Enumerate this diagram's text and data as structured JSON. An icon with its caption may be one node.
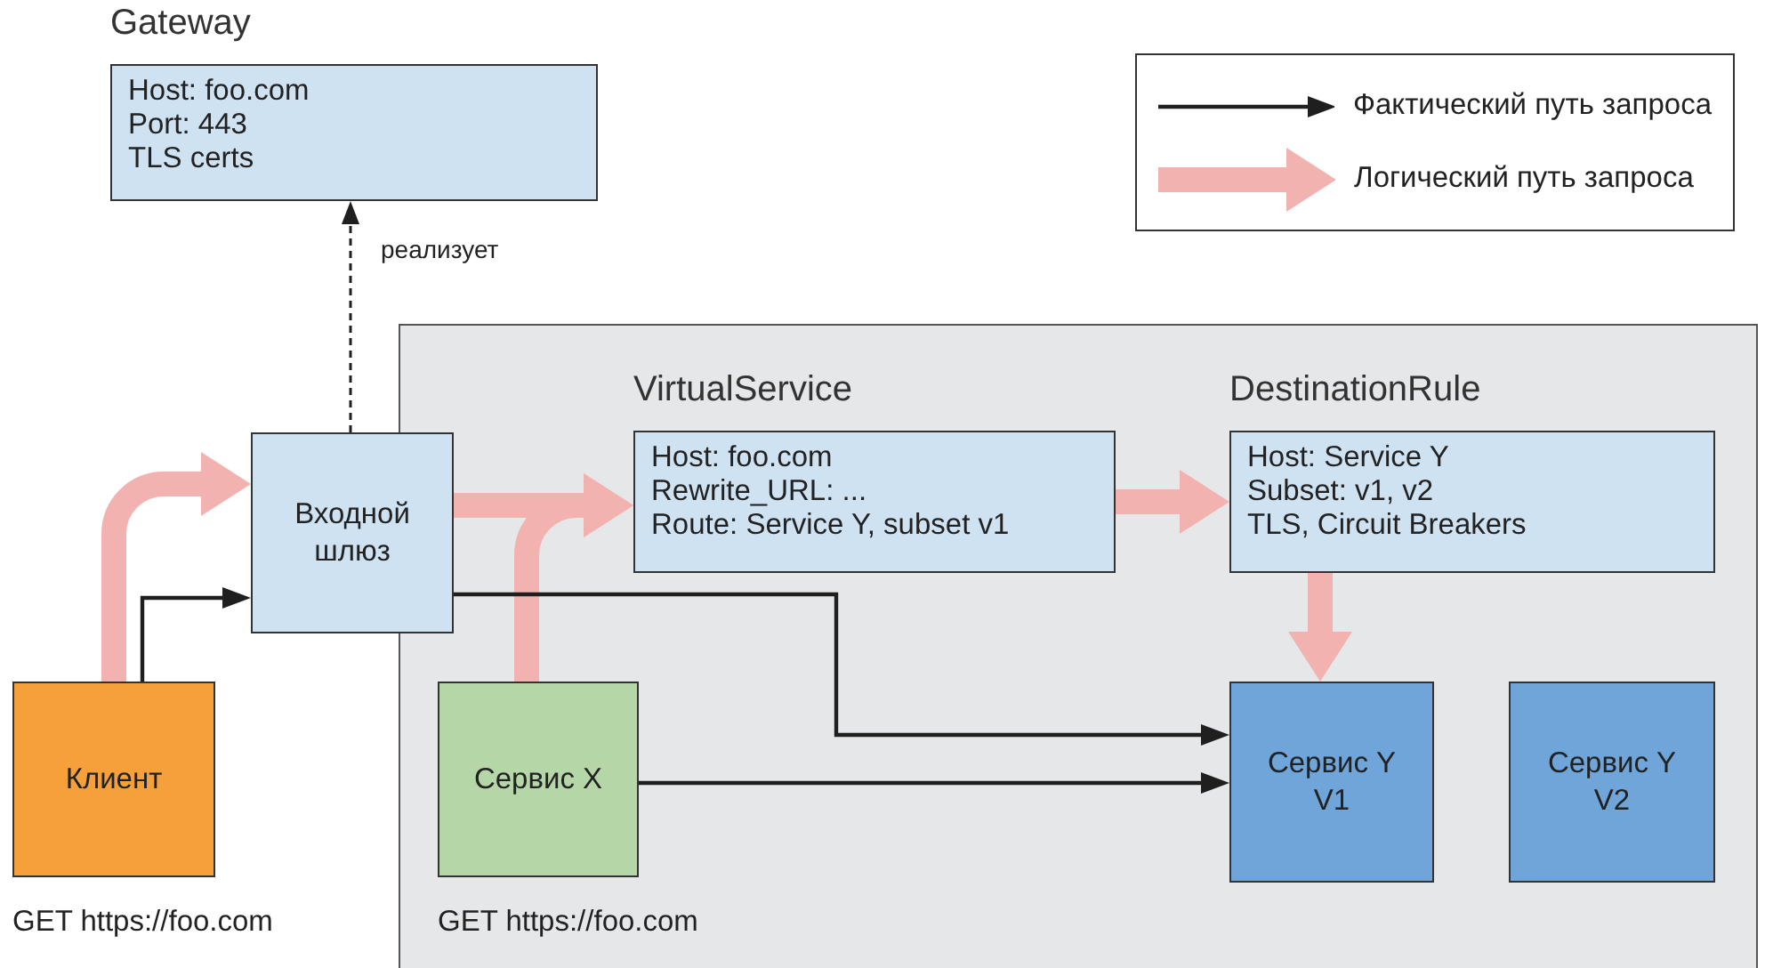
{
  "diagram": {
    "nodes": [
      {
        "text": [
          "Gateway",
          "Host: foo.com",
          "Port: 443",
          "TLS certs"
        ]
      },
      {
        "text": [],
        "shape": "box"
      },
      {
        "text": [
          "Входной шлюз"
        ]
      },
      {
        "text": [
          "VirtualService",
          "Host: foo.com",
          "Rewrite_URL: ...",
          "Route: Service Y, subset v1"
        ],
        "in": 1
      },
      {
        "text": [
          "DestinationRule",
          "Host: Service Y",
          "Subset: v1, v2",
          "TLS, Circuit Breakers"
        ],
        "in": 1
      },
      {
        "text": [
          "Клиент"
        ],
        "beside": [
          "GET https://foo.com"
        ]
      },
      {
        "text": [
          "Сервис X"
        ],
        "in": 1,
        "beside": [
          "GET https://foo.com"
        ]
      },
      {
        "text": [
          "Сервис Y V1"
        ],
        "in": 1
      },
      {
        "text": [
          "Сервис Y V2"
        ],
        "in": 1
      }
    ],
    "edges": [
      {
        "from": 2,
        "to": 0,
        "arrow": "to",
        "label": "реализует",
        "style": "dashed",
        "color": "#1f1f1f"
      },
      {
        "from": 5,
        "to": 2,
        "arrow": "to",
        "color": "#f2b3b0"
      },
      {
        "from": 5,
        "to": 2,
        "arrow": "to",
        "color": "#1f1f1f"
      },
      {
        "from": 2,
        "to": 3,
        "arrow": "to",
        "color": "#f2b3b0"
      },
      {
        "from": 6,
        "to": 3,
        "arrow": "to",
        "color": "#f2b3b0"
      },
      {
        "from": 3,
        "to": 4,
        "arrow": "to",
        "color": "#f2b3b0"
      },
      {
        "from": 4,
        "to": 7,
        "arrow": "to",
        "color": "#f2b3b0"
      },
      {
        "from": 2,
        "to": 7,
        "arrow": "to",
        "color": "#1f1f1f"
      },
      {
        "from": 6,
        "to": 7,
        "arrow": "to",
        "color": "#1f1f1f"
      }
    ],
    "legend": [
      {
        "text": "Фактический путь запроса"
      },
      {
        "text": "Логический путь запроса"
      }
    ]
  }
}
